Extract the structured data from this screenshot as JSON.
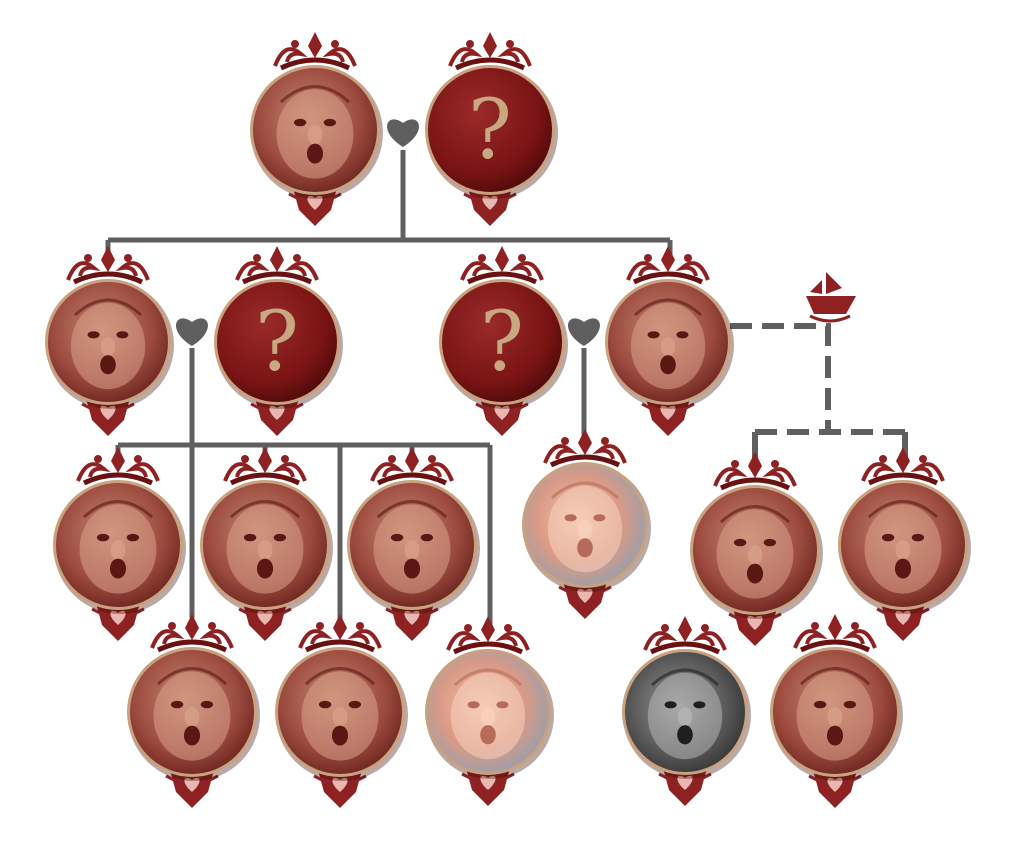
{
  "colors": {
    "background": "#ffffff",
    "connector": "#5f5f5f",
    "medallion": "#8b1e1e",
    "medallion_dark": "#5b0f0f",
    "medallion_face": "#a8554a",
    "medallion_face_light": "#c98d76",
    "ornament": "#8e2222",
    "question": "#c8a882"
  },
  "unknown_text": "?",
  "nodes": [
    {
      "id": "gen1-father",
      "kind": "sepia-portrait",
      "icon": "bear-face-icon"
    },
    {
      "id": "gen1-mother",
      "kind": "unknown"
    },
    {
      "id": "gen2-child-a",
      "kind": "sepia-portrait",
      "icon": "bonnet-woman-icon"
    },
    {
      "id": "gen2-spouse-a",
      "kind": "unknown"
    },
    {
      "id": "gen2-spouse-b",
      "kind": "unknown"
    },
    {
      "id": "gen2-child-b",
      "kind": "sepia-portrait",
      "icon": "bearded-man-icon"
    },
    {
      "id": "gen3-a1",
      "kind": "sepia-portrait",
      "icon": "round-face-icon"
    },
    {
      "id": "gen3-a2",
      "kind": "sepia-portrait",
      "icon": "grimace-face-icon"
    },
    {
      "id": "gen3-a3",
      "kind": "sepia-portrait",
      "icon": "cap-face-icon"
    },
    {
      "id": "gen3-b1",
      "kind": "color-portrait",
      "icon": "puffy-face-icon"
    },
    {
      "id": "gen3-c1",
      "kind": "sepia-portrait",
      "icon": "stone-face-icon"
    },
    {
      "id": "gen3-c2",
      "kind": "sepia-portrait",
      "icon": "shouting-face-icon"
    },
    {
      "id": "gen4-a4",
      "kind": "sepia-portrait",
      "icon": "turban-face-icon"
    },
    {
      "id": "gen4-a5",
      "kind": "sepia-portrait",
      "icon": "curly-face-icon"
    },
    {
      "id": "gen4-a6",
      "kind": "color-portrait",
      "icon": "smiling-elder-icon"
    },
    {
      "id": "gen4-c3",
      "kind": "grey-portrait",
      "icon": "elf-face-icon"
    },
    {
      "id": "gen4-c4",
      "kind": "sepia-portrait",
      "icon": "fish-face-icon"
    }
  ],
  "marriages": [
    {
      "id": "marriage-gen1",
      "icon": "heart-icon"
    },
    {
      "id": "marriage-a",
      "icon": "heart-icon"
    },
    {
      "id": "marriage-b",
      "icon": "heart-icon"
    }
  ],
  "ship": {
    "icon": "ship-icon"
  }
}
